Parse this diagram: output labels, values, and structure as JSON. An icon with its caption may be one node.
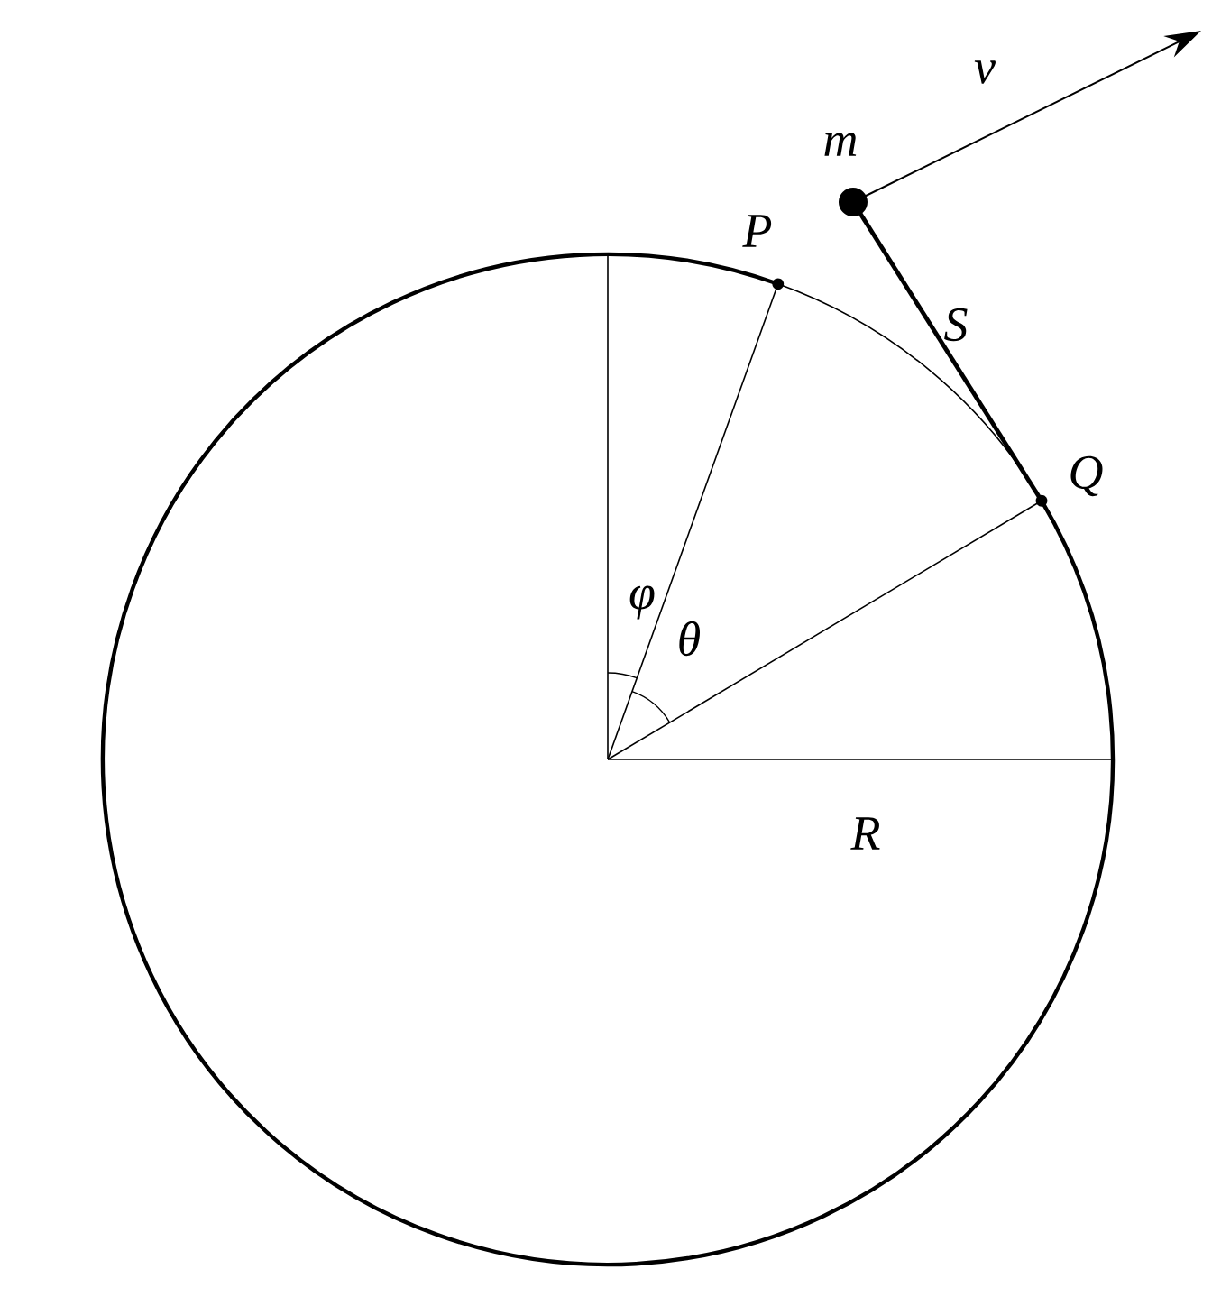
{
  "diagram": {
    "labels": [
      "v",
      "m",
      "P",
      "S",
      "Q",
      "φ",
      "θ",
      "R"
    ]
  }
}
